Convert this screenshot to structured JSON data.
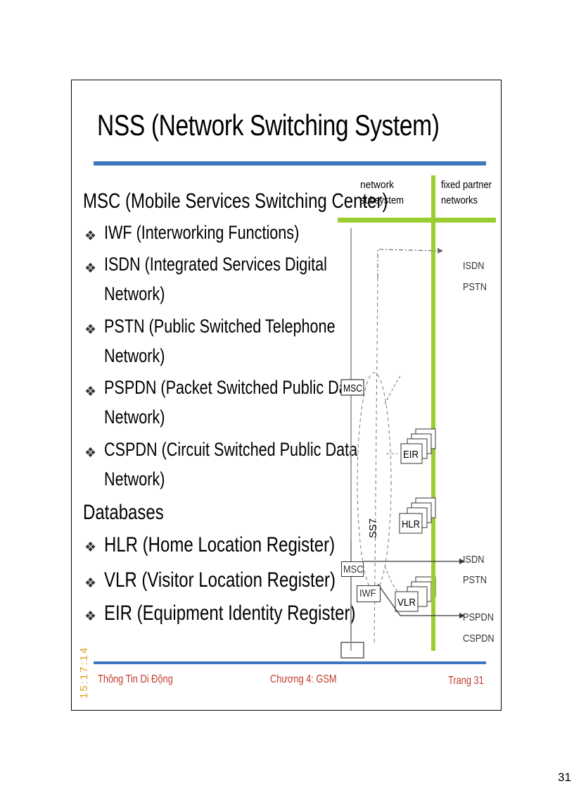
{
  "slide": {
    "title": "NSS (Network Switching System)",
    "heading_msc": "MSC (Mobile Services Switching Center)",
    "msc_bullets": [
      {
        "line1": "IWF (Interworking Functions)",
        "line2": ""
      },
      {
        "line1": "ISDN (Integrated Services Digital",
        "line2": "Network)"
      },
      {
        "line1": "PSTN (Public Switched Telephone",
        "line2": "Network)"
      },
      {
        "line1": "PSPDN (Packet Switched Public Data",
        "line2": "Network)"
      },
      {
        "line1": "CSPDN (Circuit Switched Public Data",
        "line2": "Network)"
      }
    ],
    "heading_db": "Databases",
    "db_bullets": [
      "HLR (Home Location Register)",
      "VLR (Visitor Location Register)",
      "EIR (Equipment Identity Register)"
    ],
    "bullet_glyph": "❖",
    "timestamp": "15:17:14",
    "footer": {
      "left": "Thông Tin Di Động",
      "center": "Chương 4: GSM",
      "right": "Trang 31"
    }
  },
  "diagram": {
    "col_network_line1": "network",
    "col_network_line2": "subsystem",
    "col_fixed_line1": "fixed partner",
    "col_fixed_line2": "networks",
    "msc_top": "MSC",
    "msc_bottom": "MSC",
    "iwf": "IWF",
    "eir": "EIR",
    "hlr": "HLR",
    "vlr": "VLR",
    "ss7": "SS7",
    "isdn_top": "ISDN",
    "pstn_top": "PSTN",
    "isdn_bottom": "ISDN",
    "pstn_bottom": "PSTN",
    "pspdn": "PSPDN",
    "cspdn": "CSPDN",
    "colors": {
      "green": "#9acd32",
      "blue_rule": "#3d78bf",
      "footer_text": "#c0392b"
    }
  },
  "page_number": "31"
}
